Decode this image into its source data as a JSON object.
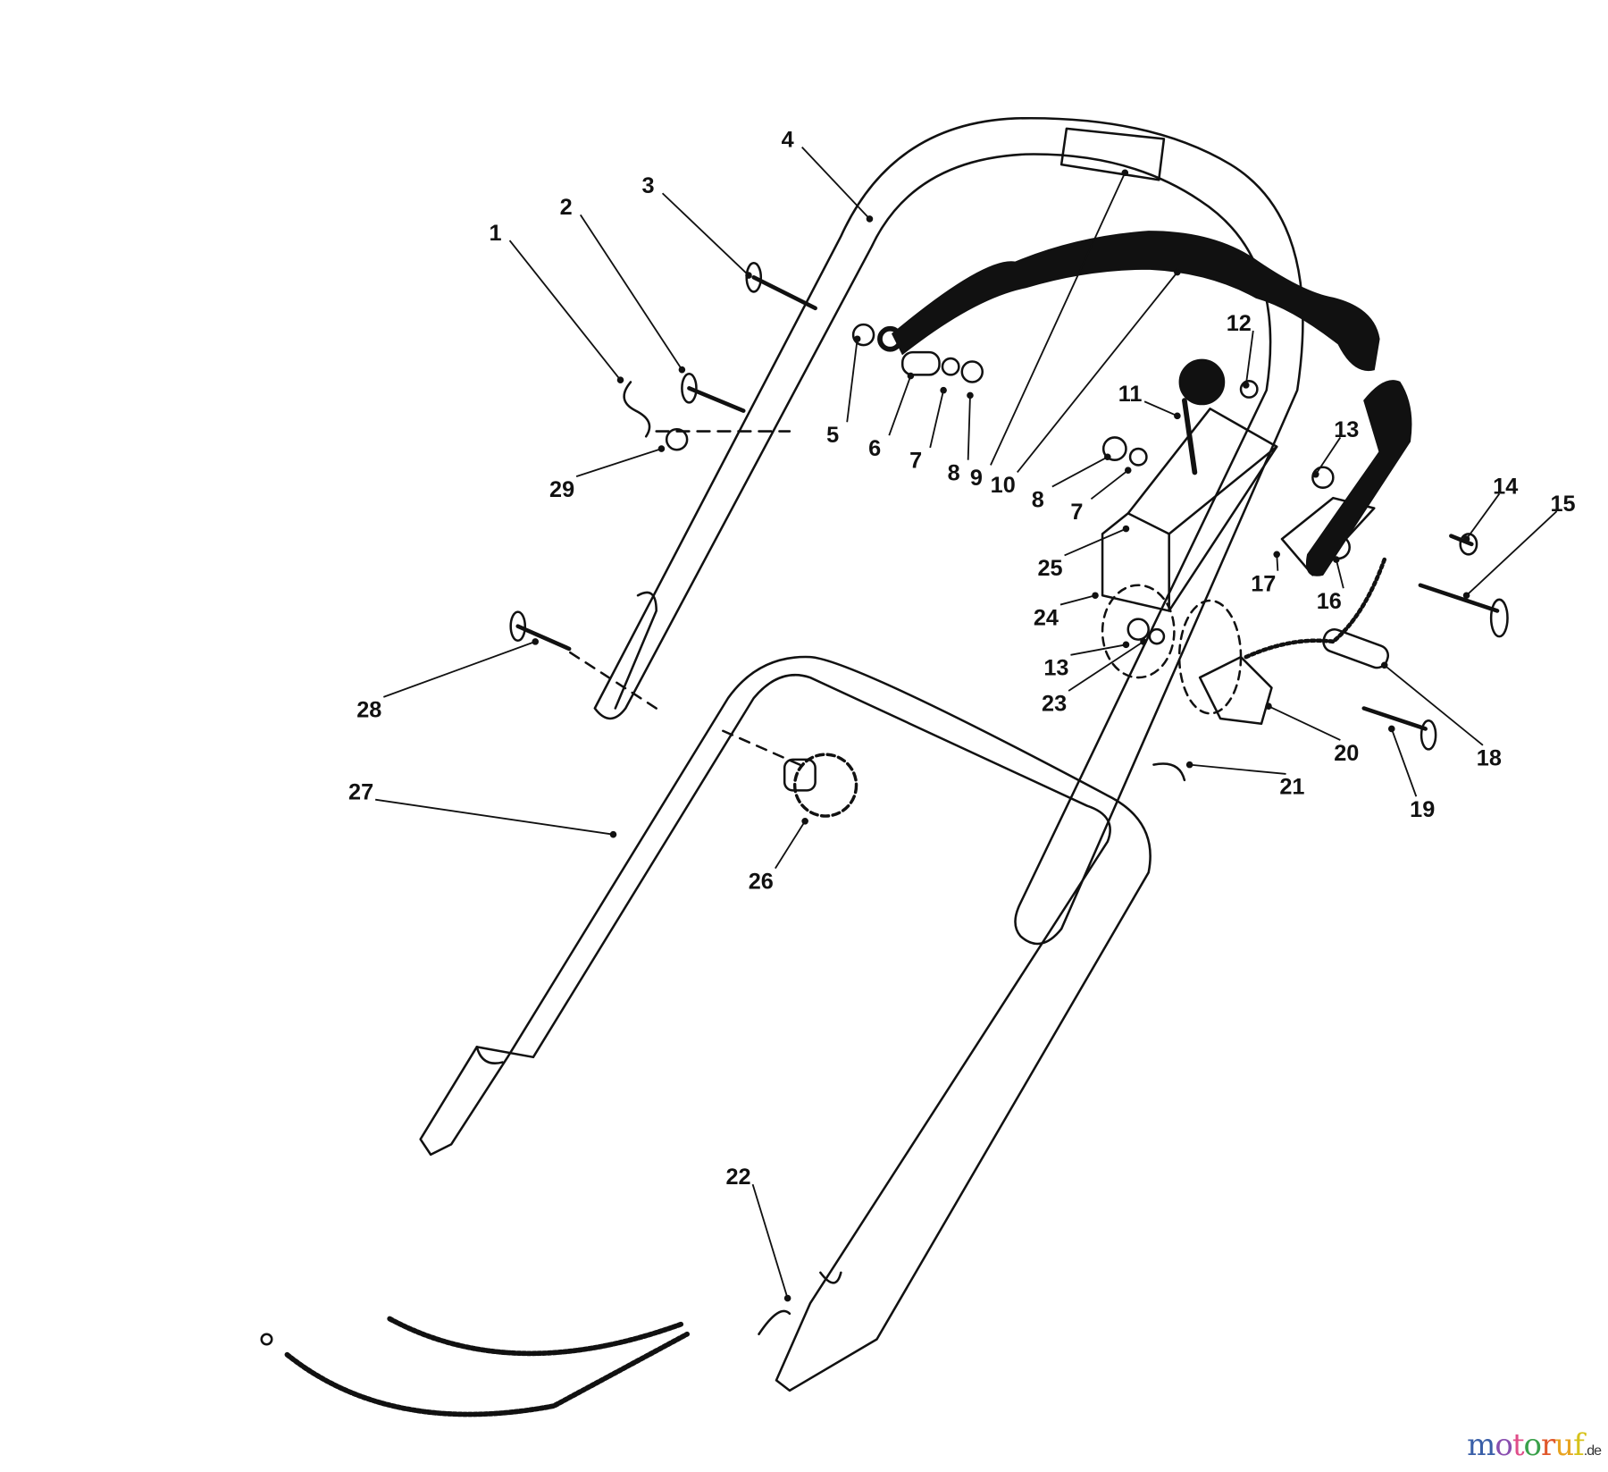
{
  "diagram": {
    "callouts": [
      "1",
      "2",
      "3",
      "4",
      "5",
      "6",
      "7",
      "8",
      "9",
      "10",
      "11",
      "12",
      "13",
      "14",
      "15",
      "16",
      "17",
      "18",
      "19",
      "20",
      "21",
      "22",
      "23",
      "24",
      "25",
      "26",
      "27",
      "28",
      "29",
      "13",
      "8",
      "7"
    ]
  },
  "watermark": {
    "text": "motoruf",
    "suffix": ".de",
    "letter_colors": [
      "#3a5fa8",
      "#8a4fb0",
      "#e04e8a",
      "#3aa04a",
      "#e0572a",
      "#e8a320",
      "#d6c21a"
    ]
  }
}
